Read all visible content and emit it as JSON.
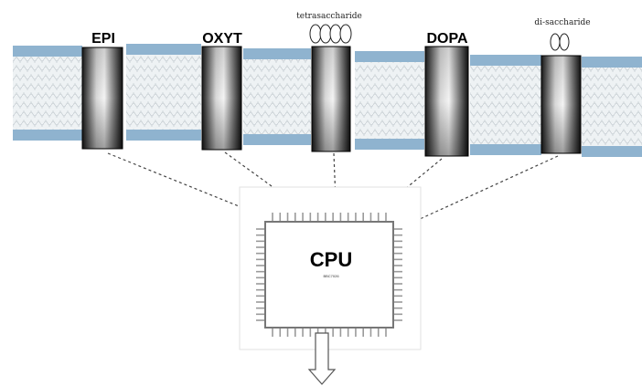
{
  "receptors": [
    {
      "name": "EPI",
      "sugar": ""
    },
    {
      "name": "OXYT",
      "sugar": ""
    },
    {
      "name": "",
      "sugar": "tetrasaccharide"
    },
    {
      "name": "DOPA",
      "sugar": ""
    },
    {
      "name": "",
      "sugar": "di-saccharide"
    }
  ],
  "cpu": {
    "label": "CPU",
    "sublabel": "BBC7026"
  },
  "colors": {
    "membrane_blue": "#8fb3cf",
    "membrane_core": "#e9eef1",
    "arrow": "#444444",
    "receptor_dark": "#111111",
    "chip_outline": "#999999"
  }
}
